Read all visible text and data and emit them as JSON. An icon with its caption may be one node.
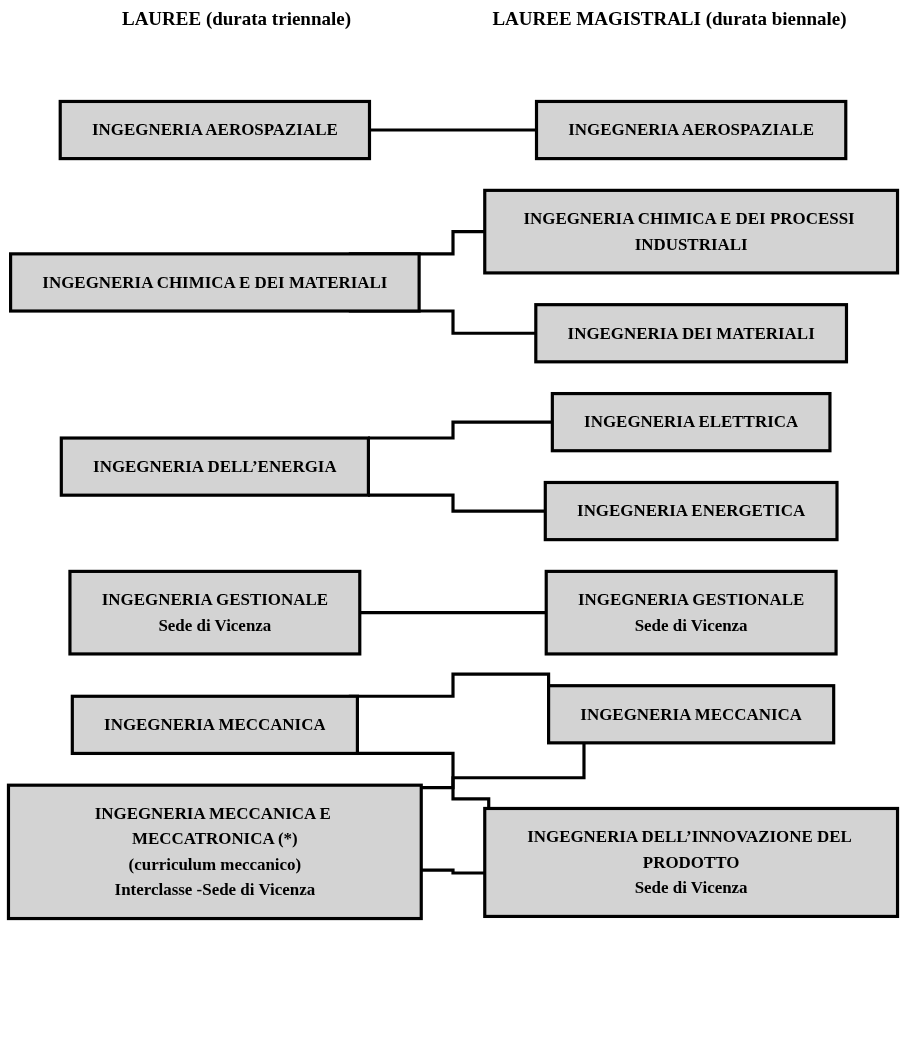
{
  "diagram": {
    "nodes": [
      {
        "text": [
          "INGEGNERIA AEROSPAZIALE"
        ]
      },
      {
        "text": [
          "INGEGNERIA AEROSPAZIALE"
        ]
      },
      {
        "text": [
          "INGEGNERIA CHIMICA E DEI MATERIALI"
        ]
      },
      {
        "text": [
          "INGEGNERIA CHIMICA E DEI PROCESSI INDUSTRIALI"
        ]
      },
      {
        "text": [
          "INGEGNERIA DEI MATERIALI"
        ]
      },
      {
        "text": [
          "INGEGNERIA DELL’ENERGIA"
        ]
      },
      {
        "text": [
          "INGEGNERIA ELETTRICA"
        ]
      },
      {
        "text": [
          "INGEGNERIA ENERGETICA"
        ]
      },
      {
        "text": [
          "INGEGNERIA GESTIONALE",
          "Sede di Vicenza"
        ]
      },
      {
        "text": [
          "INGEGNERIA GESTIONALE",
          "Sede di Vicenza"
        ]
      },
      {
        "text": [
          "INGEGNERIA MECCANICA"
        ]
      },
      {
        "text": [
          "INGEGNERIA MECCANICA"
        ]
      },
      {
        "text": [
          "INGEGNERIA MECCANICA E MECCATRONICA (*)",
          "(curriculum meccanico)",
          "Interclasse -Sede di Vicenza"
        ]
      },
      {
        "text": [
          "INGEGNERIA DELL’INNOVAZIONE DEL PRODOTTO",
          "Sede di Vicenza"
        ]
      }
    ],
    "edges": [
      {
        "from": 0,
        "to": 1,
        "arrow": "none"
      },
      {
        "from": 2,
        "to": 3,
        "arrow": "none"
      },
      {
        "from": 2,
        "to": 4,
        "arrow": "none"
      },
      {
        "from": 5,
        "to": 6,
        "arrow": "none"
      },
      {
        "from": 5,
        "to": 7,
        "arrow": "none"
      },
      {
        "from": 8,
        "to": 9,
        "arrow": "none"
      },
      {
        "from": 10,
        "to": 11,
        "arrow": "none"
      },
      {
        "from": 10,
        "to": 13,
        "arrow": "none"
      },
      {
        "from": 12,
        "to": 11,
        "arrow": "none"
      },
      {
        "from": 12,
        "to": 13,
        "arrow": "none"
      }
    ],
    "labels": [
      "LAUREE (durata triennale)",
      "LAUREE MAGISTRALI (durata biennale)"
    ]
  }
}
